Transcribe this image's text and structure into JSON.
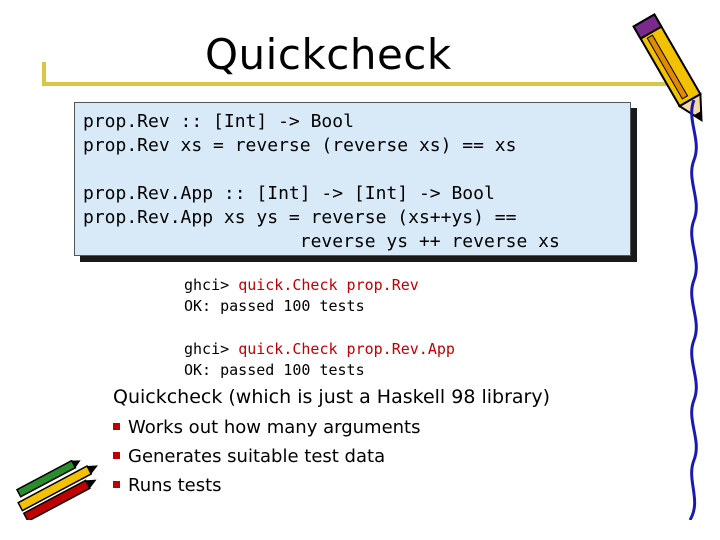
{
  "title": "Quickcheck",
  "code_lines": [
    "prop.Rev :: [Int] -> Bool",
    "prop.Rev xs = reverse (reverse xs) == xs",
    "",
    "prop.Rev.App :: [Int] -> [Int] -> Bool",
    "prop.Rev.App xs ys = reverse (xs++ys) ==",
    "                    reverse ys ++ reverse xs"
  ],
  "ghci": [
    {
      "prompt": "ghci> ",
      "command": "quick.Check prop.Rev",
      "result": "OK: passed 100 tests"
    },
    {
      "prompt": "ghci> ",
      "command": "quick.Check prop.Rev.App",
      "result": "OK: passed 100 tests"
    }
  ],
  "description": "Quickcheck (which is just a Haskell 98 library)",
  "bullets": [
    "Works out how many arguments",
    "Generates suitable test data",
    "Runs tests"
  ],
  "colors": {
    "accent_rule": "#d9c642",
    "code_bg": "#d8eaf8",
    "command": "#c00000",
    "bullet": "#c00000"
  },
  "icons": [
    "pencil-clipart-icon",
    "pens-clipart-icon",
    "wavy-border-icon"
  ]
}
